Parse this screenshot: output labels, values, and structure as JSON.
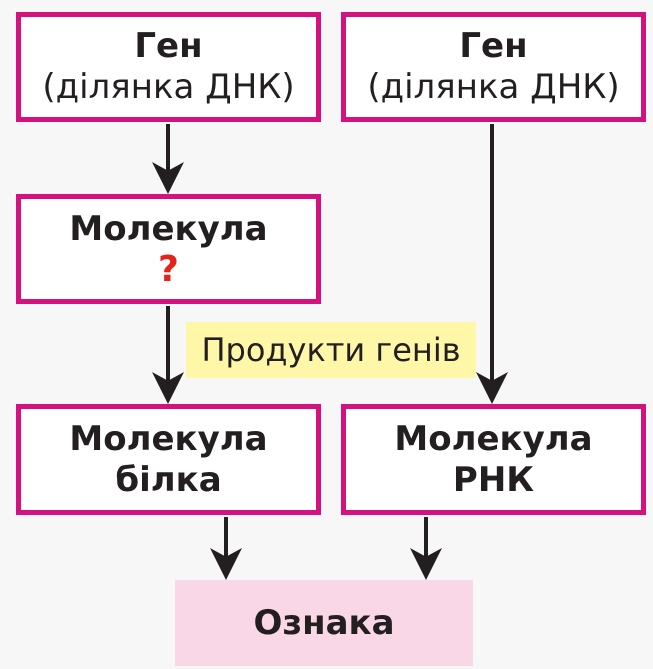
{
  "diagram": {
    "gene_left": {
      "title": "Ген",
      "subtitle": "(ділянка ДНК)"
    },
    "gene_right": {
      "title": "Ген",
      "subtitle": "(ділянка ДНК)"
    },
    "molecule_unknown": {
      "title": "Молекула",
      "mark": "?"
    },
    "gene_products": "Продукти генів",
    "protein": {
      "line1": "Молекула",
      "line2": "білка"
    },
    "rna": {
      "line1": "Молекула",
      "line2": "РНК"
    },
    "trait": "Ознака"
  },
  "colors": {
    "border": "#d4127f",
    "question": "#e3241b",
    "highlight": "#fff7a8",
    "trait_fill": "#f9d7e7",
    "arrow": "#231f20"
  }
}
